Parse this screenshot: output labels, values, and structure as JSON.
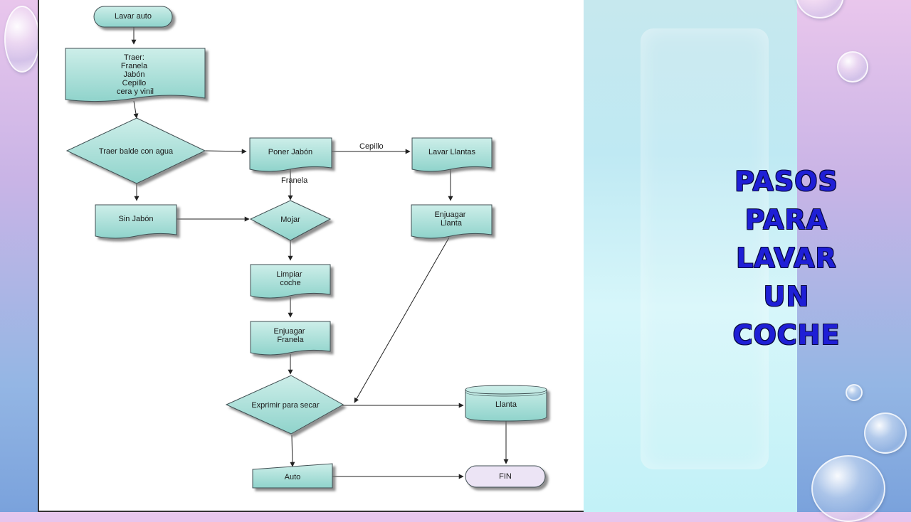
{
  "slide": {
    "title_lines": [
      "PASOS",
      "PARA",
      "LAVAR",
      "UN",
      "COCHE"
    ],
    "accent_color": "#1f1fd6",
    "background": "lavender-blue gradient with water drops"
  },
  "diagram": {
    "type": "flowchart",
    "nodes": {
      "start": {
        "shape": "terminator",
        "lines": [
          "Lavar auto"
        ]
      },
      "bring": {
        "shape": "document",
        "lines": [
          "Traer:",
          "Franela",
          "Jabón",
          "Cepillo",
          "cera y vinil"
        ]
      },
      "bucket": {
        "shape": "decision",
        "lines": [
          "Traer balde con agua"
        ]
      },
      "soap": {
        "shape": "document",
        "lines": [
          "Poner Jabón"
        ]
      },
      "wheels": {
        "shape": "document",
        "lines": [
          "Lavar Llantas"
        ]
      },
      "nosoap": {
        "shape": "document",
        "lines": [
          "Sin Jabón"
        ]
      },
      "wet": {
        "shape": "decision",
        "lines": [
          "Mojar"
        ]
      },
      "rinsetire": {
        "shape": "document",
        "lines": [
          "Enjuagar",
          "Llanta"
        ]
      },
      "clean": {
        "shape": "document",
        "lines": [
          "Limpiar",
          "coche"
        ]
      },
      "rinsecloth": {
        "shape": "document",
        "lines": [
          "Enjuagar",
          "Franela"
        ]
      },
      "wring": {
        "shape": "decision",
        "lines": [
          "Exprimir para secar"
        ]
      },
      "tire": {
        "shape": "storage",
        "lines": [
          "Llanta"
        ]
      },
      "auto": {
        "shape": "manual",
        "lines": [
          "Auto"
        ]
      },
      "end": {
        "shape": "terminator",
        "lines": [
          "FIN"
        ]
      }
    },
    "edge_labels": {
      "soap_to_wheels": "Cepillo",
      "soap_to_wet": "Franela"
    }
  }
}
